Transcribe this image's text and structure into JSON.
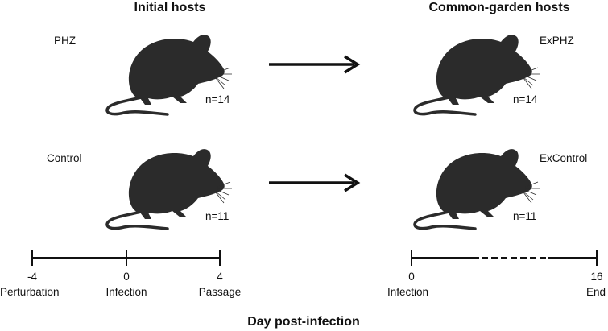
{
  "headings": {
    "initial": "Initial hosts",
    "common": "Common-garden hosts"
  },
  "groups": {
    "phz": {
      "label": "PHZ",
      "n": "n=14",
      "ex_label": "ExPHZ",
      "ex_n": "n=14"
    },
    "control": {
      "label": "Control",
      "n": "n=11",
      "ex_label": "ExControl",
      "ex_n": "n=11"
    }
  },
  "timeline_left": {
    "ticks": [
      {
        "day": "-4",
        "event": "Perturbation"
      },
      {
        "day": "0",
        "event": "Infection"
      },
      {
        "day": "4",
        "event": "Passage"
      }
    ]
  },
  "timeline_right": {
    "ticks": [
      {
        "day": "0",
        "event": "Infection"
      },
      {
        "day": "16",
        "event": "End"
      }
    ]
  },
  "xlabel": "Day post-infection"
}
